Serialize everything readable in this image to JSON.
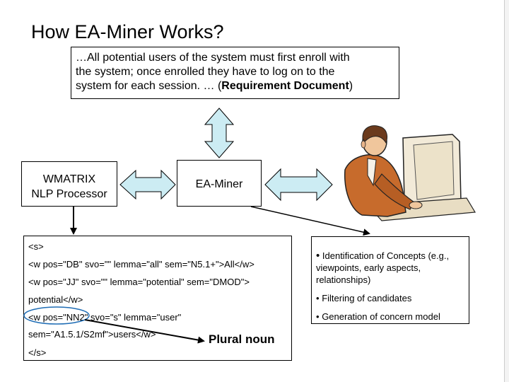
{
  "slide": {
    "title": "How EA-Miner Works?",
    "requirement": {
      "line1": "…All potential users of the system must first enroll with",
      "line2": "the system; once enrolled they have to log on to the",
      "line3_text": "system for each session. …   (",
      "line3_bold": "Requirement Document",
      "line3_end": ")"
    },
    "wmatrix": {
      "line1": "WMATRIX",
      "line2": "NLP Processor"
    },
    "eaminer": "EA-Miner",
    "xml_lines": [
      "<s>",
      "<w pos=\"DB\" svo=\"\" lemma=\"all\" sem=\"N5.1+\">All</w>",
      "<w pos=\"JJ\" svo=\"\" lemma=\"potential\" sem=\"DMOD\">",
      "potential</w>",
      "<w pos=\"NN2\" svo=\"s\" lemma=\"user\"",
      "sem=\"A1.5.1/S2mf\">users</w>",
      "</s>"
    ],
    "bullets": [
      "Identification of Concepts (e.g., viewpoints, early aspects, relationships)",
      "Filtering of candidates",
      "Generation of concern model"
    ],
    "bullet_glyph": "•",
    "plural_label": "Plural noun",
    "icon": "person-at-computer-icon"
  }
}
